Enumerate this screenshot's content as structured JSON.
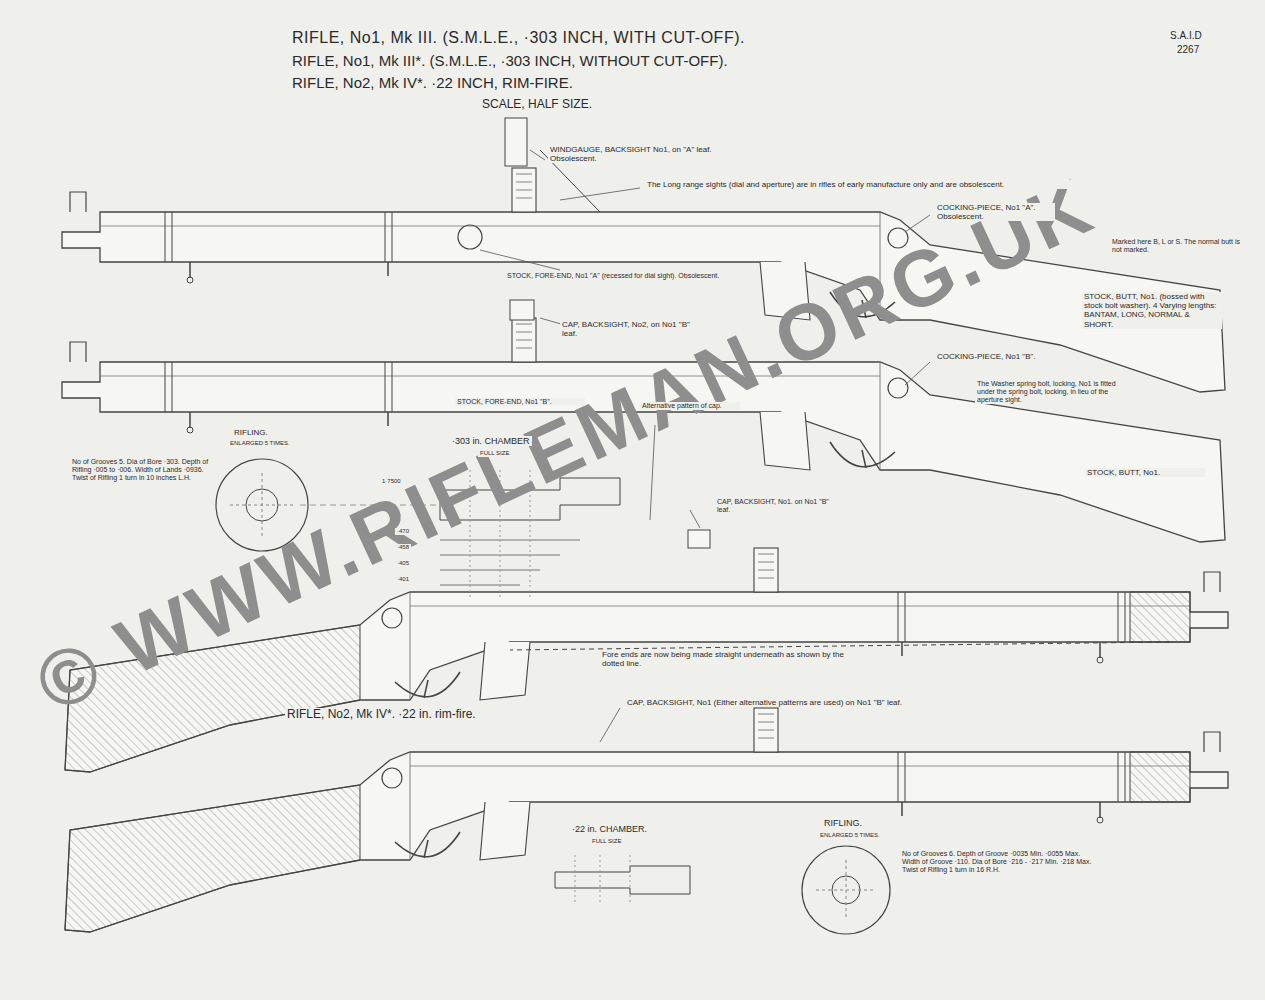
{
  "diagram": {
    "title": "RIFLE, No1, Mk III. (S.M.L.E., ·303 INCH, WITH CUT-OFF).",
    "labels": [
      "© WWW.RIFLEMAN.ORG.UK",
      "S.A.I.D",
      "2267",
      "RIFLE, No1, Mk III*. (S.M.L.E., ·303 INCH, WITHOUT CUT-OFF).",
      "RIFLE, No2, Mk IV*. ·22 INCH, RIM-FIRE.",
      "SCALE, HALF SIZE.",
      "WINDGAUGE, BACKSIGHT No1, on \"A\" leaf. Obsolescent.",
      "The Long range sights (dial and aperture) are in rifles of early manufacture only and are obsolescent.",
      "COCKING-PIECE, No1 \"A\". Obsolescent.",
      "Marked here B, L or S. The normal butt is not marked.",
      "STOCK, FORE-END, No1 \"A\" (recessed for dial sight). Obsolescent.",
      "STOCK, BUTT, No1. (bossed with stock bolt washer). 4 Varying lengths: BANTAM, LONG, NORMAL & SHORT.",
      "CAP, BACKSIGHT, No2, on No1 \"B\" leaf.",
      "COCKING-PIECE, No1 \"B\".",
      "The Washer spring bolt, locking, No1 is fitted under the spring bolt, locking, in lieu of the aperture sight.",
      "STOCK, FORE-END, No1 \"B\".",
      "STOCK, BUTT, No1.",
      "RIFLING.",
      "ENLARGED 5 TIMES.",
      "No of Grooves 5. Dia of Bore ·303. Depth of Rifling ·005 to ·006. Width of Lands ·0936. Twist of Rifling 1 turn in 10 inches L.H.",
      "·303 in. CHAMBER",
      "FULL SIZE",
      "1·7500",
      "·470",
      "·458",
      "·405",
      "·401",
      "Alternative pattern of cap.",
      "CAP, BACKSIGHT, No1. on No1 \"B\" leaf.",
      "Fore ends are now being made straight underneath as shown by the dotted line.",
      "RIFLE, No2, Mk IV*. ·22 in. rim-fire.",
      "CAP, BACKSIGHT, No1 (Either alternative patterns are used) on No1 \"B\" leaf.",
      "·22 in. CHAMBER.",
      "FULL SIZE",
      "RIFLING.",
      "ENLARGED 5 TIMES.",
      "No of Grooves 6. Depth of Groove ·0035 Min. ·0055 Max. Width of Groove ·110. Dia of Bore ·216 - ·217 Min. ·218 Max. Twist of Rifling 1 turn in 16 R.H."
    ]
  }
}
